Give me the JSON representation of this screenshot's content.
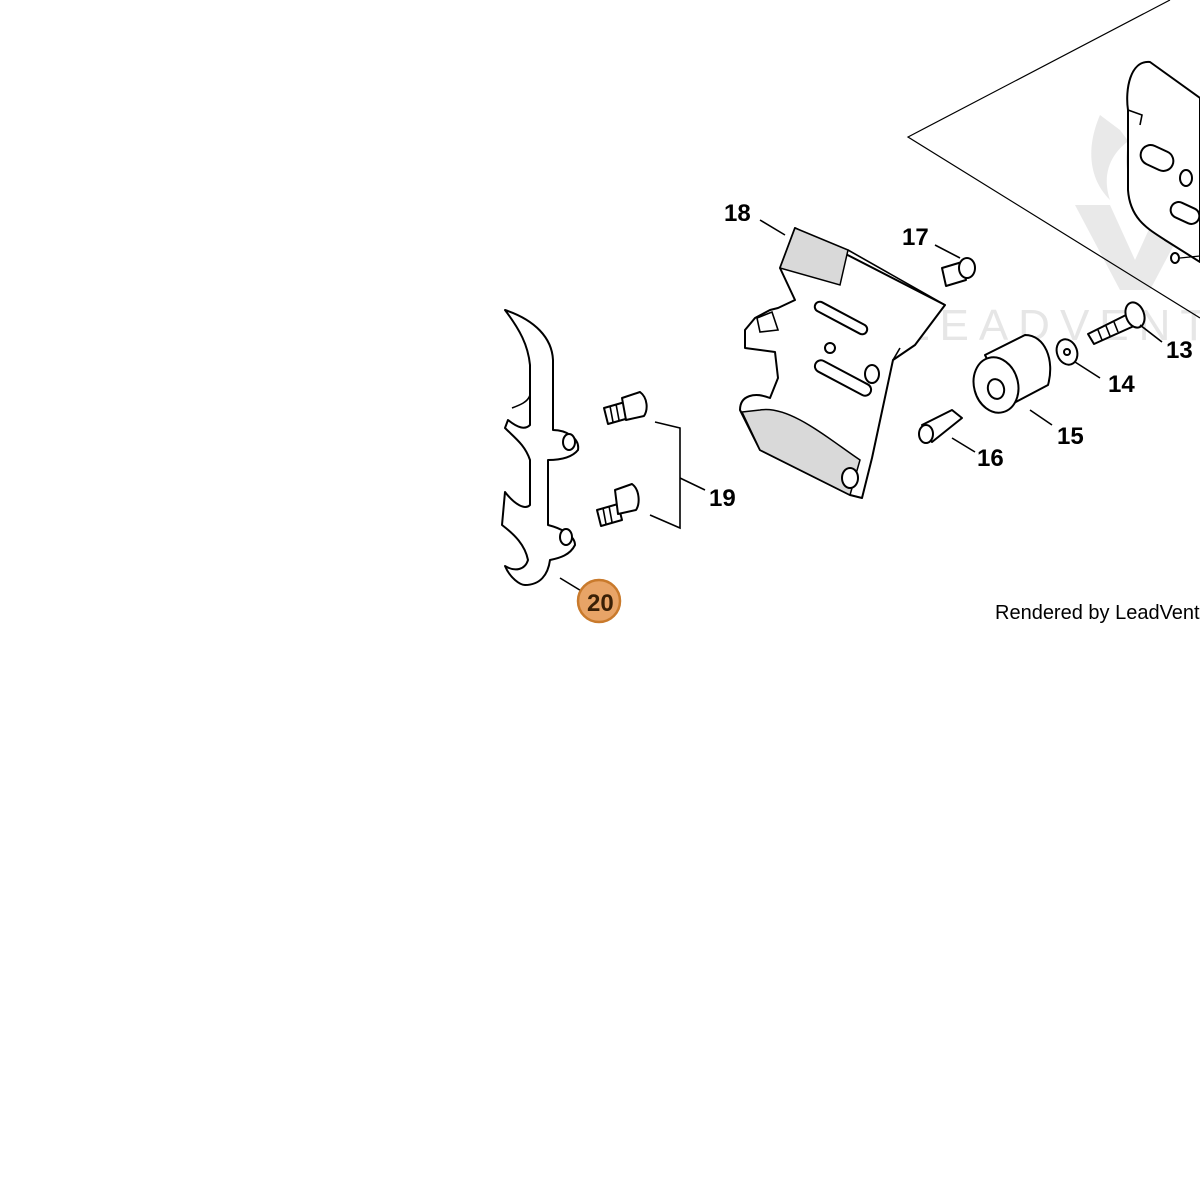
{
  "callouts": {
    "c13": "13",
    "c14": "14",
    "c15": "15",
    "c16": "16",
    "c17": "17",
    "c18": "18",
    "c19": "19",
    "c20": "20"
  },
  "highlighted_part": "20",
  "credit_text": "Rendered by LeadVenture",
  "watermark_text": "LEADVENT",
  "colors": {
    "highlight_fill": "#e8a467",
    "highlight_stroke": "#c97a2c",
    "line": "#000000",
    "watermark": "#e6e6e6"
  }
}
